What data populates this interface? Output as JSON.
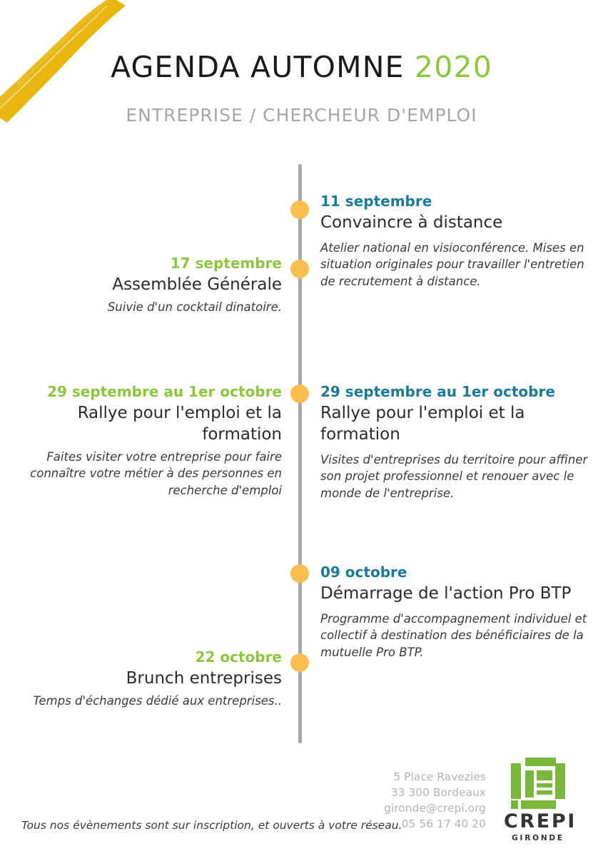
{
  "header": {
    "title_main": "AGENDA AUTOMNE",
    "title_year": "2020",
    "subtitle": "ENTREPRISE / CHERCHEUR D'EMPLOI"
  },
  "colors": {
    "brush_yellow": "#E8B511",
    "accent_green": "#8CC63F",
    "accent_blue": "#1D7A96",
    "dot_orange": "#FBBE4E",
    "spine_grey": "#A7A7A7",
    "subtitle_grey": "#A6A6A6",
    "logo_green": "#79B83C"
  },
  "timeline": {
    "events": [
      {
        "side": "right",
        "date": "11 septembre",
        "title": "Convaincre à distance",
        "description": "Atelier national en visioconférence. Mises en situation originales pour travailler l'entretien de recrutement à distance."
      },
      {
        "side": "left",
        "date": "17 septembre",
        "title": "Assemblée Générale",
        "description": "Suivie d'un cocktail dinatoire."
      },
      {
        "side": "left",
        "date": "29 septembre au 1er octobre",
        "title": "Rallye pour l'emploi et la formation",
        "description": "Faites visiter votre entreprise pour faire connaître votre métier à des personnes en recherche d'emploi"
      },
      {
        "side": "right",
        "date": "29 septembre au 1er octobre",
        "title": "Rallye pour l'emploi et la formation",
        "description": "Visites d'entreprises du territoire pour affiner son projet professionnel et renouer avec le monde de l'entreprise."
      },
      {
        "side": "right",
        "date": "09 octobre",
        "title": "Démarrage de l'action Pro BTP",
        "description": "Programme d'accompagnement individuel et collectif à destination des bénéficiaires de la mutuelle Pro BTP."
      },
      {
        "side": "left",
        "date": "22 octobre",
        "title": "Brunch entreprises",
        "description": "Temps d'échanges dédié aux entreprises.."
      }
    ]
  },
  "footer": {
    "note": "Tous nos évènements sont sur inscription, et ouverts à votre réseau.",
    "address_line1": "5 Place Ravezies",
    "address_line2": "33 300 Bordeaux",
    "address_email": "gironde@crepi.org",
    "address_phone": "05 56 17 40 20",
    "logo_word": "CREPI",
    "logo_sub": "GIRONDE"
  }
}
